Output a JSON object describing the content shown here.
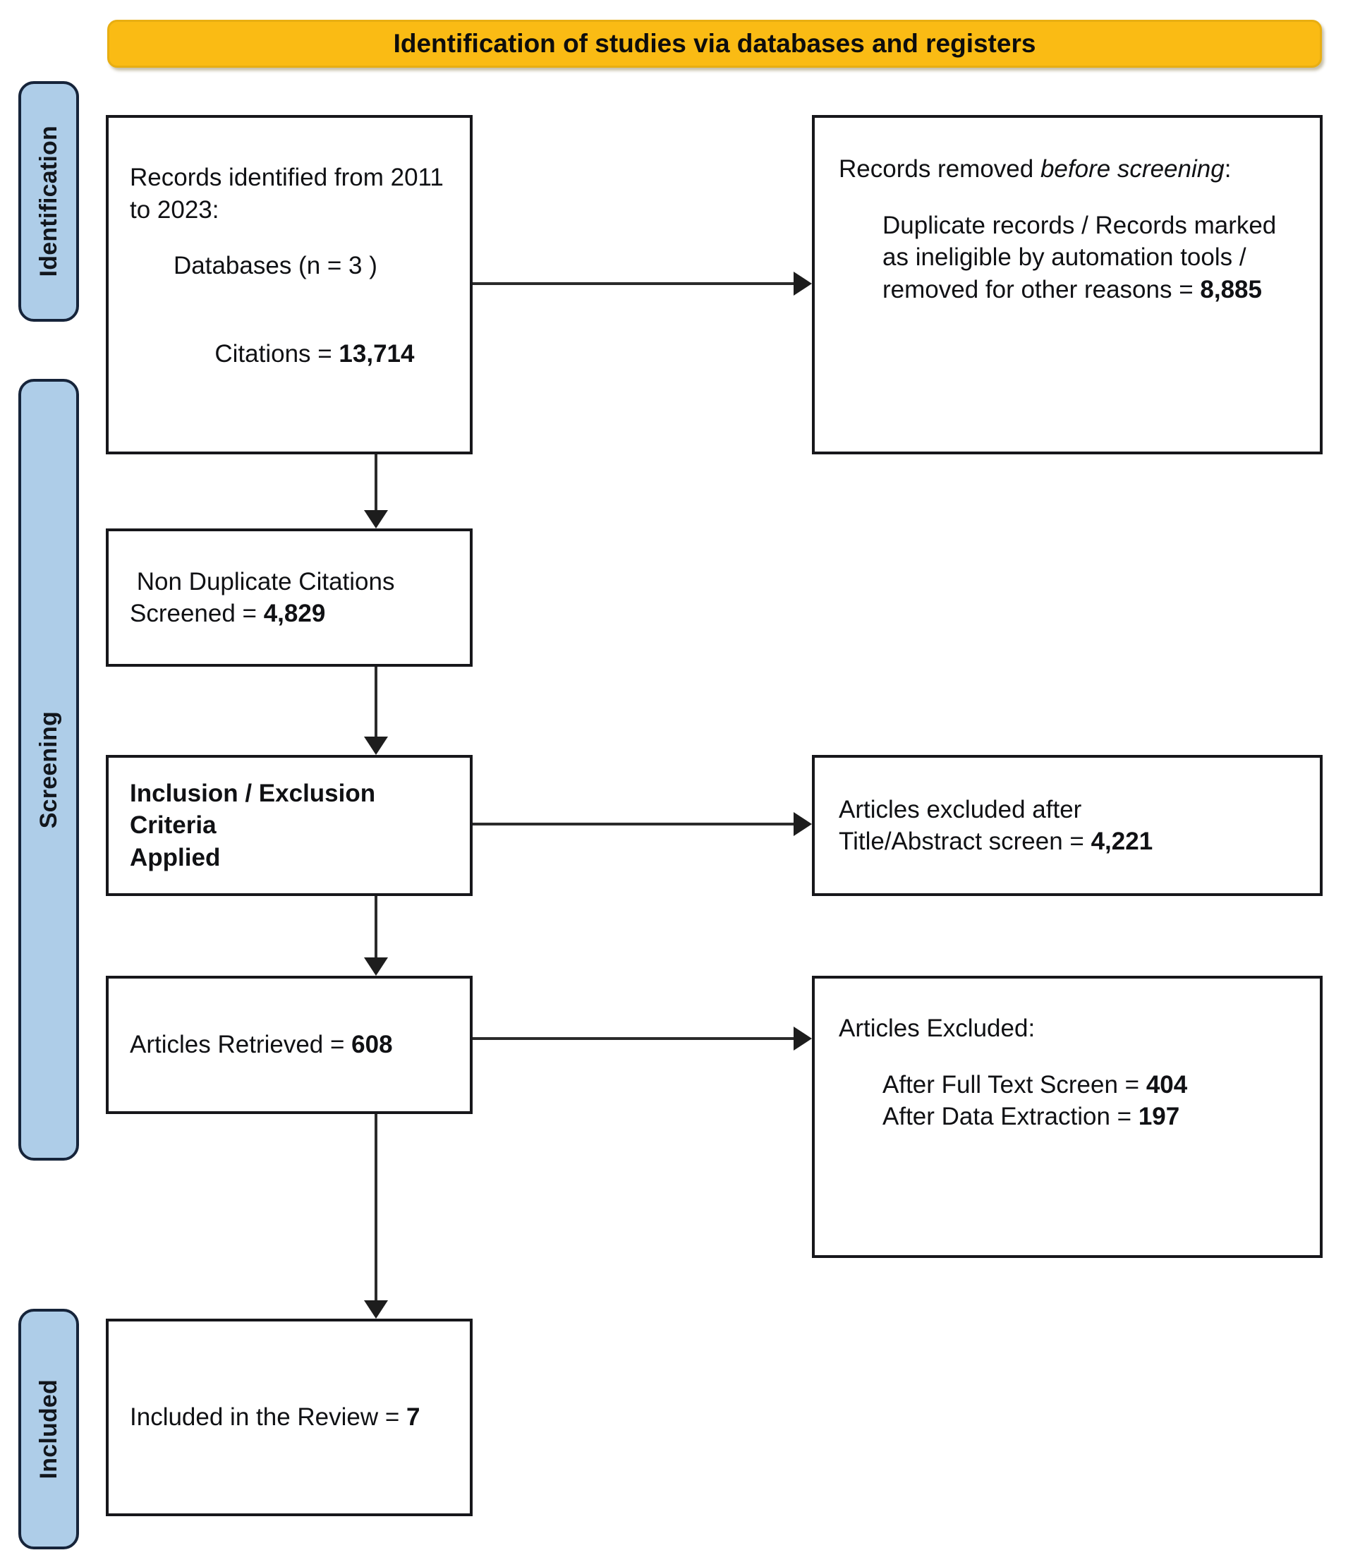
{
  "banner": {
    "title": "Identification of studies via databases and registers",
    "color": "#fabb14"
  },
  "phases": [
    {
      "id": "identification",
      "label": "Identification",
      "color": "#aecde8"
    },
    {
      "id": "screening",
      "label": "Screening",
      "color": "#aecde8"
    },
    {
      "id": "included",
      "label": "Included",
      "color": "#aecde8"
    }
  ],
  "boxes": {
    "records_identified": {
      "title": "Records identified from 2011 to 2023:",
      "databases_label": "Databases (n = 3 )",
      "citations_label": "Citations = ",
      "citations_value": "13,714"
    },
    "records_removed": {
      "title_prefix": "Records removed ",
      "title_italic": "before screening",
      "title_suffix": ":",
      "detail_text": "Duplicate records / Records marked as ineligible by automation tools / removed for other reasons = ",
      "detail_value": "8,885"
    },
    "non_duplicate": {
      "line1": " Non Duplicate Citations",
      "line2_label": "Screened = ",
      "line2_value": "4,829"
    },
    "criteria_applied": {
      "line1": "Inclusion / Exclusion Criteria",
      "line2": "Applied"
    },
    "excluded_title_abstract": {
      "line1": "Articles excluded after",
      "line2_label": "Title/Abstract screen = ",
      "line2_value": "4,221"
    },
    "articles_retrieved": {
      "label": "Articles Retrieved = ",
      "value": "608"
    },
    "articles_excluded": {
      "title": "Articles Excluded:",
      "full_text_label": "After Full Text Screen = ",
      "full_text_value": "404",
      "data_extraction_label": "After Data Extraction = ",
      "data_extraction_value": "197"
    },
    "included_review": {
      "label": "Included in the Review = ",
      "value": "7"
    }
  },
  "connectors": [
    {
      "id": "identified-to-removed",
      "type": "horizontal-arrow"
    },
    {
      "id": "identified-to-nonduplicate",
      "type": "vertical-arrow"
    },
    {
      "id": "nonduplicate-to-criteria",
      "type": "vertical-arrow"
    },
    {
      "id": "criteria-to-excluded",
      "type": "horizontal-arrow"
    },
    {
      "id": "criteria-to-retrieved",
      "type": "vertical-arrow"
    },
    {
      "id": "retrieved-to-excluded",
      "type": "horizontal-arrow"
    },
    {
      "id": "retrieved-to-included",
      "type": "vertical-arrow"
    }
  ],
  "chart_data": {
    "type": "diagram",
    "title": "Identification of studies via databases and registers",
    "nodes": [
      {
        "id": "records_identified",
        "phase": "Identification",
        "value": 13714,
        "label": "Citations"
      },
      {
        "id": "databases_count",
        "phase": "Identification",
        "value": 3,
        "label": "Databases (n)"
      },
      {
        "id": "records_removed",
        "phase": "Identification",
        "value": 8885,
        "label": "Records removed before screening"
      },
      {
        "id": "non_duplicate_screened",
        "phase": "Screening",
        "value": 4829,
        "label": "Non Duplicate Citations Screened"
      },
      {
        "id": "excluded_title_abstract",
        "phase": "Screening",
        "value": 4221,
        "label": "Articles excluded after Title/Abstract screen"
      },
      {
        "id": "articles_retrieved",
        "phase": "Screening",
        "value": 608,
        "label": "Articles Retrieved"
      },
      {
        "id": "excluded_full_text",
        "phase": "Screening",
        "value": 404,
        "label": "After Full Text Screen"
      },
      {
        "id": "excluded_data_extraction",
        "phase": "Screening",
        "value": 197,
        "label": "After Data Extraction"
      },
      {
        "id": "included_review",
        "phase": "Included",
        "value": 7,
        "label": "Included in the Review"
      }
    ],
    "date_range": "2011 to 2023"
  }
}
